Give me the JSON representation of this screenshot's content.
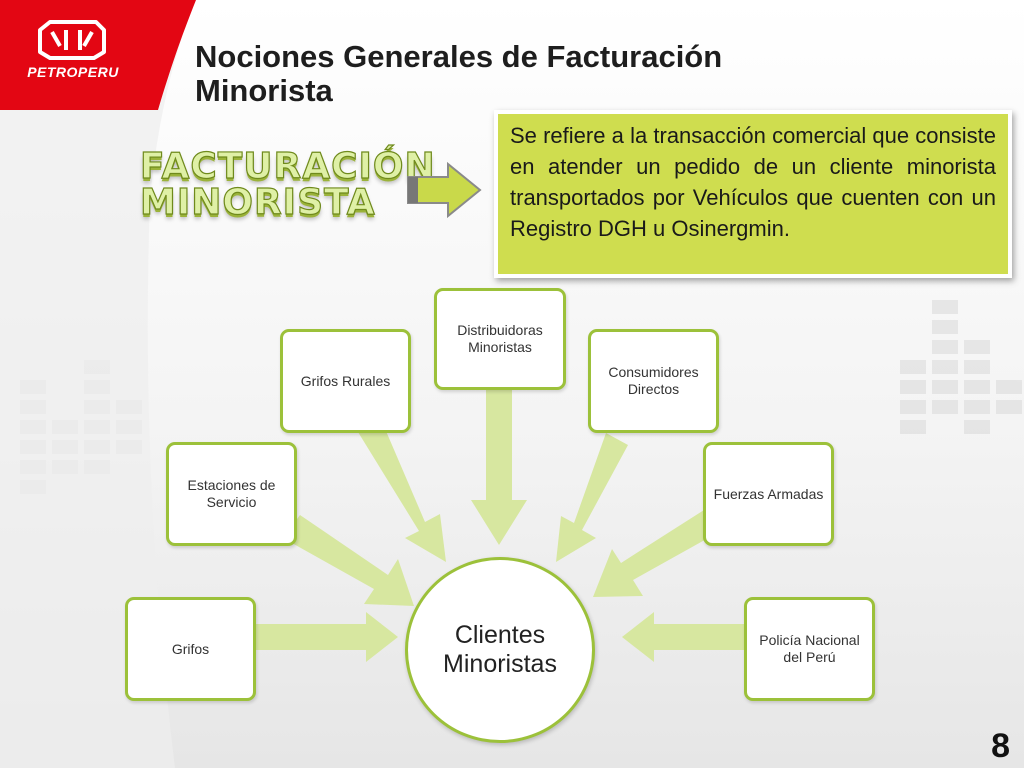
{
  "brand": {
    "name": "PETROPERU",
    "red": "#e30613",
    "green": "#9cc13a",
    "lime": "#cfdd4f"
  },
  "slide": {
    "title": "Nociones Generales de Facturación Minorista",
    "badge_line1": "FACTURACIÓN",
    "badge_line2": "MINORISTA",
    "description": "Se refiere a la transacción comercial que consiste en atender un pedido de un cliente minorista transportados por Vehículos que cuenten con un Registro DGH u Osinergmin.",
    "page_number": "8"
  },
  "diagram": {
    "center": "Clientes Minoristas",
    "nodes": [
      {
        "label": "Grifos"
      },
      {
        "label": "Estaciones de Servicio"
      },
      {
        "label": "Grifos Rurales"
      },
      {
        "label": "Distribuidoras Minoristas"
      },
      {
        "label": "Consumidores Directos"
      },
      {
        "label": "Fuerzas Armadas"
      },
      {
        "label": "Policía Nacional del Perú"
      }
    ]
  },
  "icons": {
    "logo": "petroperu-logo-icon",
    "pointer": "arrow-right-icon"
  }
}
